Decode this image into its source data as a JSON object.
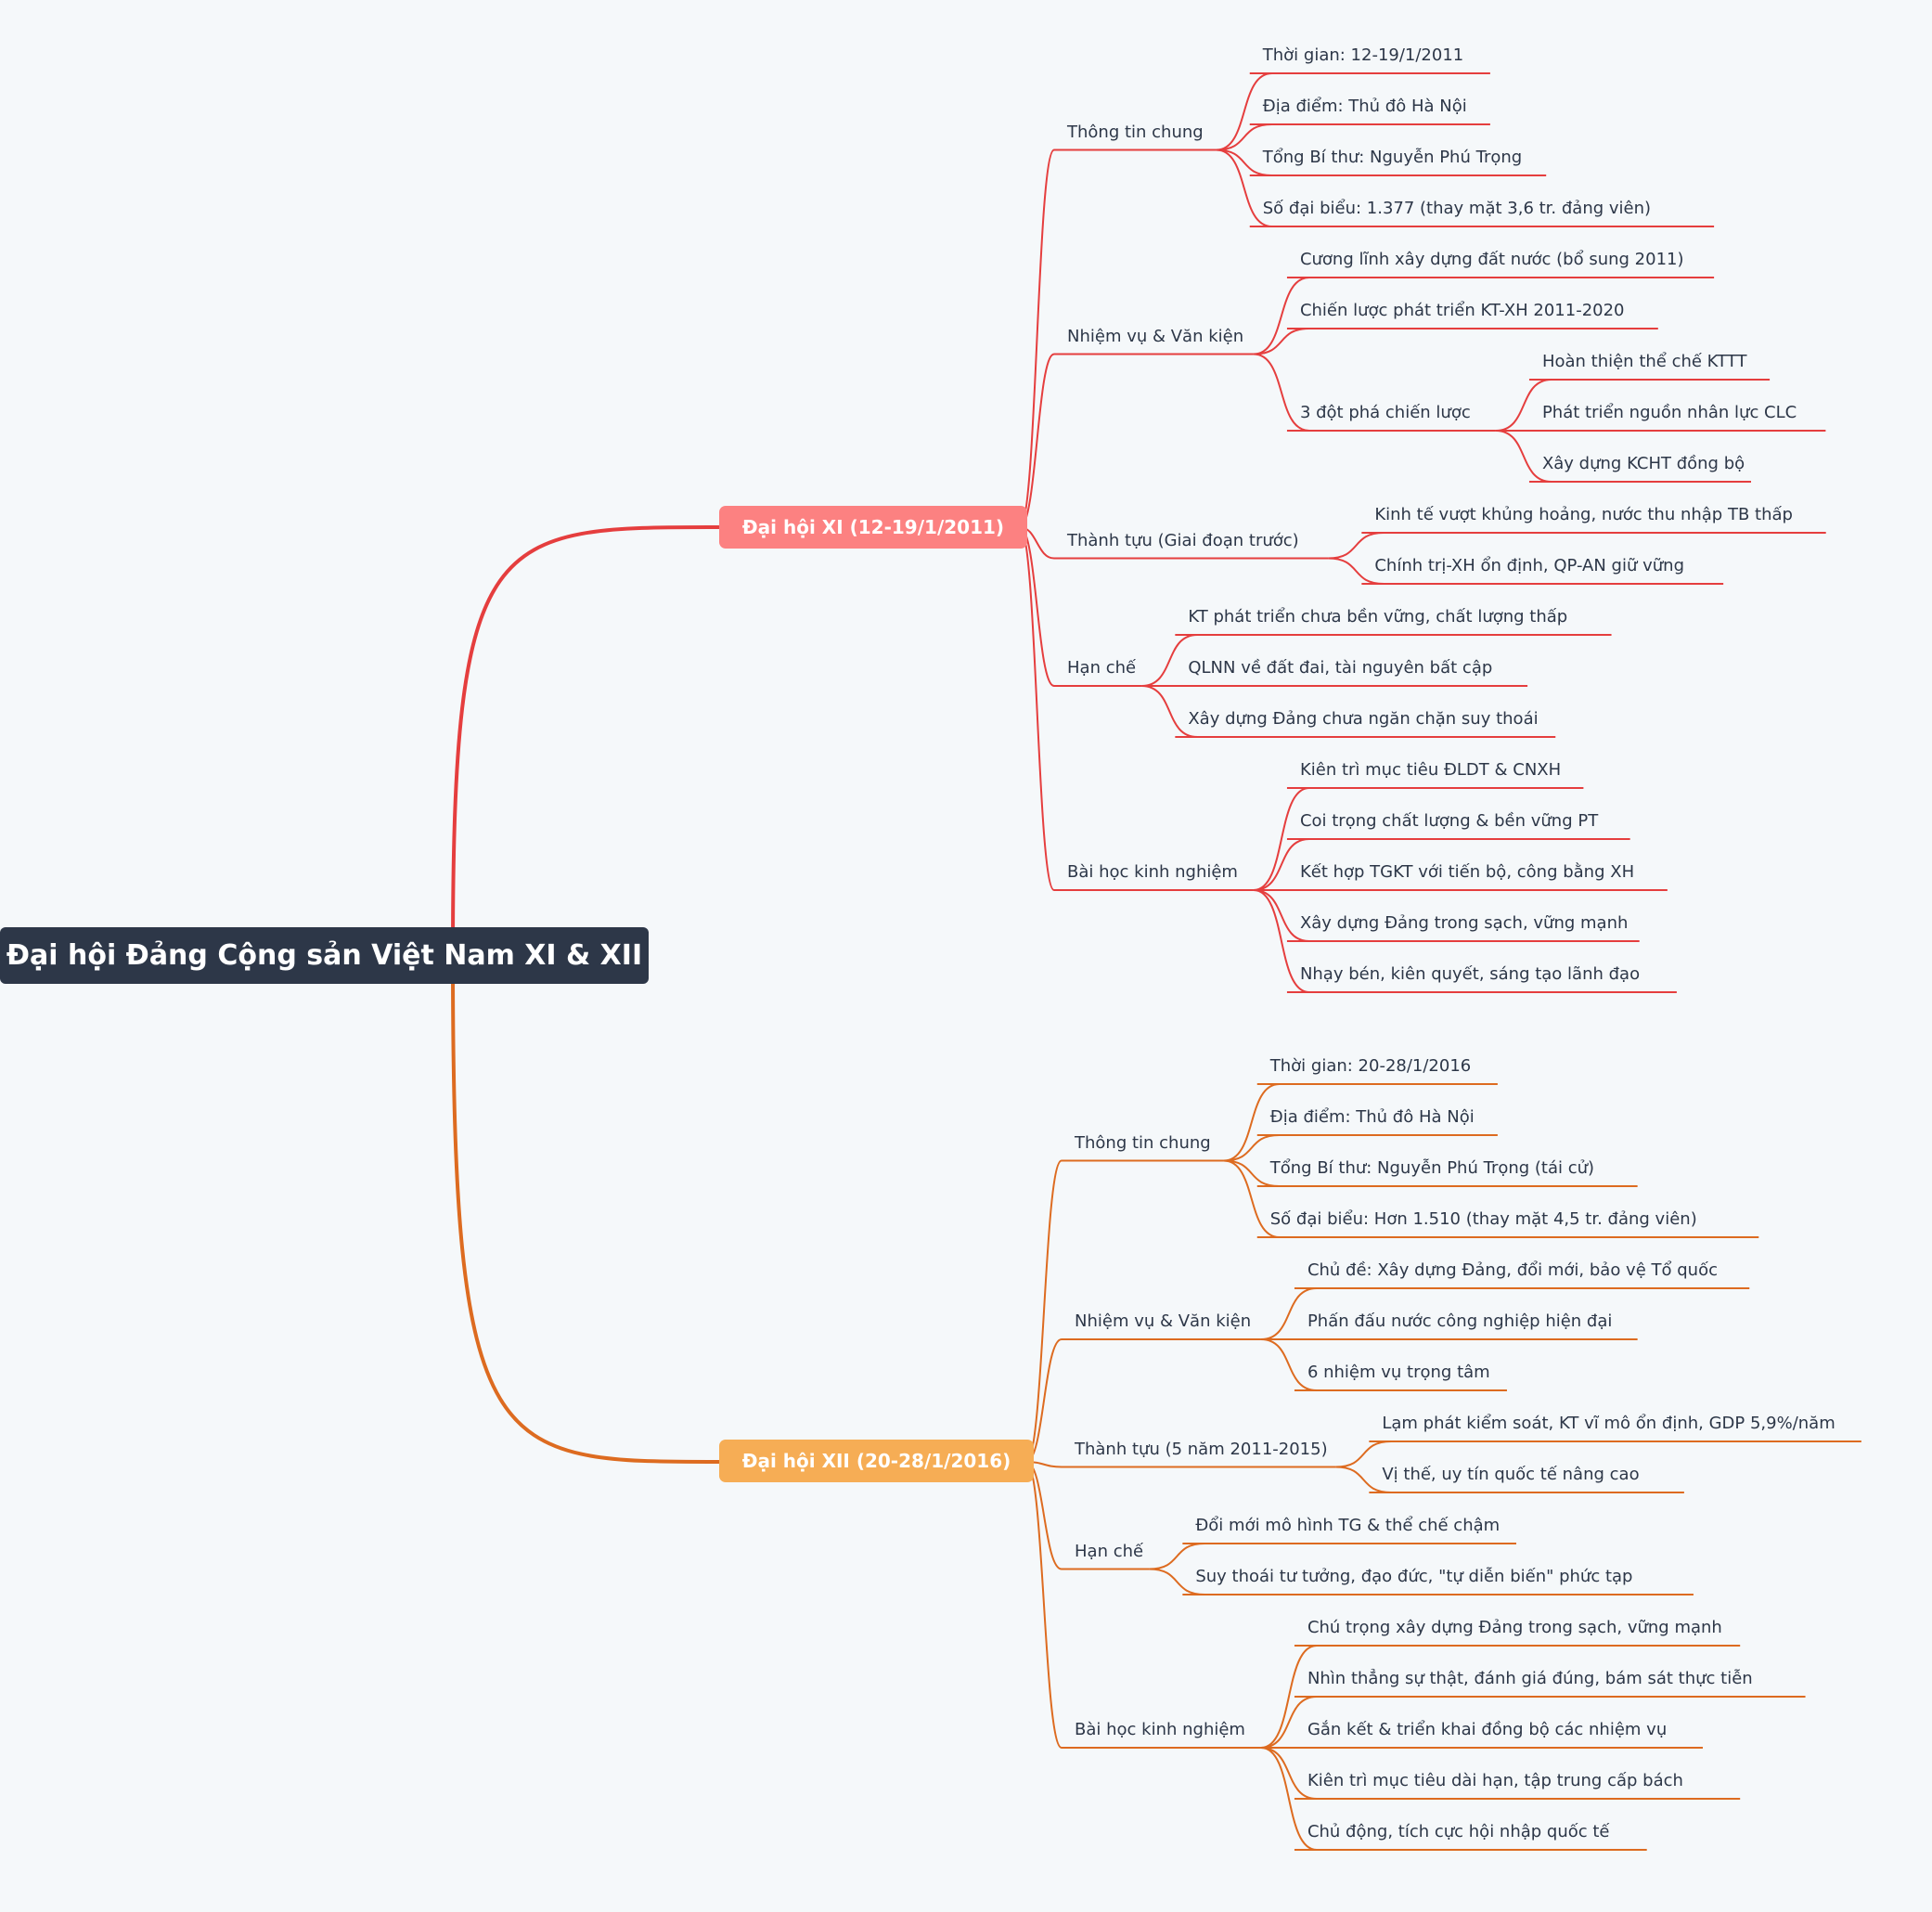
{
  "colors": {
    "background": "#f5f8fa",
    "root": "#2d3748",
    "text": "#2d3748"
  },
  "root": {
    "label": "Đại hội Đảng Cộng sản Việt Nam XI & XII"
  },
  "branches": [
    {
      "label": "Đại hội XI (12-19/1/2011)",
      "fill": "#fc8181",
      "line": "#e53e3e",
      "topics": [
        {
          "label": "Thông tin chung",
          "items": [
            {
              "label": "Thời gian: 12-19/1/2011"
            },
            {
              "label": "Địa điểm: Thủ đô Hà Nội"
            },
            {
              "label": "Tổng Bí thư: Nguyễn Phú Trọng"
            },
            {
              "label": "Số đại biểu: 1.377 (thay mặt 3,6 tr. đảng viên)"
            }
          ]
        },
        {
          "label": "Nhiệm vụ & Văn kiện",
          "items": [
            {
              "label": "Cương lĩnh xây dựng đất nước (bổ sung 2011)"
            },
            {
              "label": "Chiến lược phát triển KT-XH 2011-2020"
            },
            {
              "label": "3 đột phá chiến lược",
              "items": [
                {
                  "label": "Hoàn thiện thể chế KTTT"
                },
                {
                  "label": "Phát triển nguồn nhân lực CLC"
                },
                {
                  "label": "Xây dựng KCHT đồng bộ"
                }
              ]
            }
          ]
        },
        {
          "label": "Thành tựu (Giai đoạn trước)",
          "items": [
            {
              "label": "Kinh tế vượt khủng hoảng, nước thu nhập TB thấp"
            },
            {
              "label": "Chính trị-XH ổn định, QP-AN giữ vững"
            }
          ]
        },
        {
          "label": "Hạn chế",
          "items": [
            {
              "label": "KT phát triển chưa bền vững, chất lượng thấp"
            },
            {
              "label": "QLNN về đất đai, tài nguyên bất cập"
            },
            {
              "label": "Xây dựng Đảng chưa ngăn chặn suy thoái"
            }
          ]
        },
        {
          "label": "Bài học kinh nghiệm",
          "items": [
            {
              "label": "Kiên trì mục tiêu ĐLDT & CNXH"
            },
            {
              "label": "Coi trọng chất lượng & bền vững PT"
            },
            {
              "label": "Kết hợp TGKT với tiến bộ, công bằng XH"
            },
            {
              "label": "Xây dựng Đảng trong sạch, vững mạnh"
            },
            {
              "label": "Nhạy bén, kiên quyết, sáng tạo lãnh đạo"
            }
          ]
        }
      ]
    },
    {
      "label": "Đại hội XII (20-28/1/2016)",
      "fill": "#f6ad55",
      "line": "#dd6b20",
      "topics": [
        {
          "label": "Thông tin chung",
          "items": [
            {
              "label": "Thời gian: 20-28/1/2016"
            },
            {
              "label": "Địa điểm: Thủ đô Hà Nội"
            },
            {
              "label": "Tổng Bí thư: Nguyễn Phú Trọng (tái cử)"
            },
            {
              "label": "Số đại biểu: Hơn 1.510 (thay mặt 4,5 tr. đảng viên)"
            }
          ]
        },
        {
          "label": "Nhiệm vụ & Văn kiện",
          "items": [
            {
              "label": "Chủ đề: Xây dựng Đảng, đổi mới, bảo vệ Tổ quốc"
            },
            {
              "label": "Phấn đấu nước công nghiệp hiện đại"
            },
            {
              "label": "6 nhiệm vụ trọng tâm"
            }
          ]
        },
        {
          "label": "Thành tựu (5 năm 2011-2015)",
          "items": [
            {
              "label": "Lạm phát kiểm soát, KT vĩ mô ổn định, GDP 5,9%/năm"
            },
            {
              "label": "Vị thế, uy tín quốc tế nâng cao"
            }
          ]
        },
        {
          "label": "Hạn chế",
          "items": [
            {
              "label": "Đổi mới mô hình TG & thể chế chậm"
            },
            {
              "label": "Suy thoái tư tưởng, đạo đức, \"tự diễn biến\" phức tạp"
            }
          ]
        },
        {
          "label": "Bài học kinh nghiệm",
          "items": [
            {
              "label": "Chú trọng xây dựng Đảng trong sạch, vững mạnh"
            },
            {
              "label": "Nhìn thẳng sự thật, đánh giá đúng, bám sát thực tiễn"
            },
            {
              "label": "Gắn kết & triển khai đồng bộ các nhiệm vụ"
            },
            {
              "label": "Kiên trì mục tiêu dài hạn, tập trung cấp bách"
            },
            {
              "label": "Chủ động, tích cực hội nhập quốc tế"
            }
          ]
        }
      ]
    }
  ]
}
